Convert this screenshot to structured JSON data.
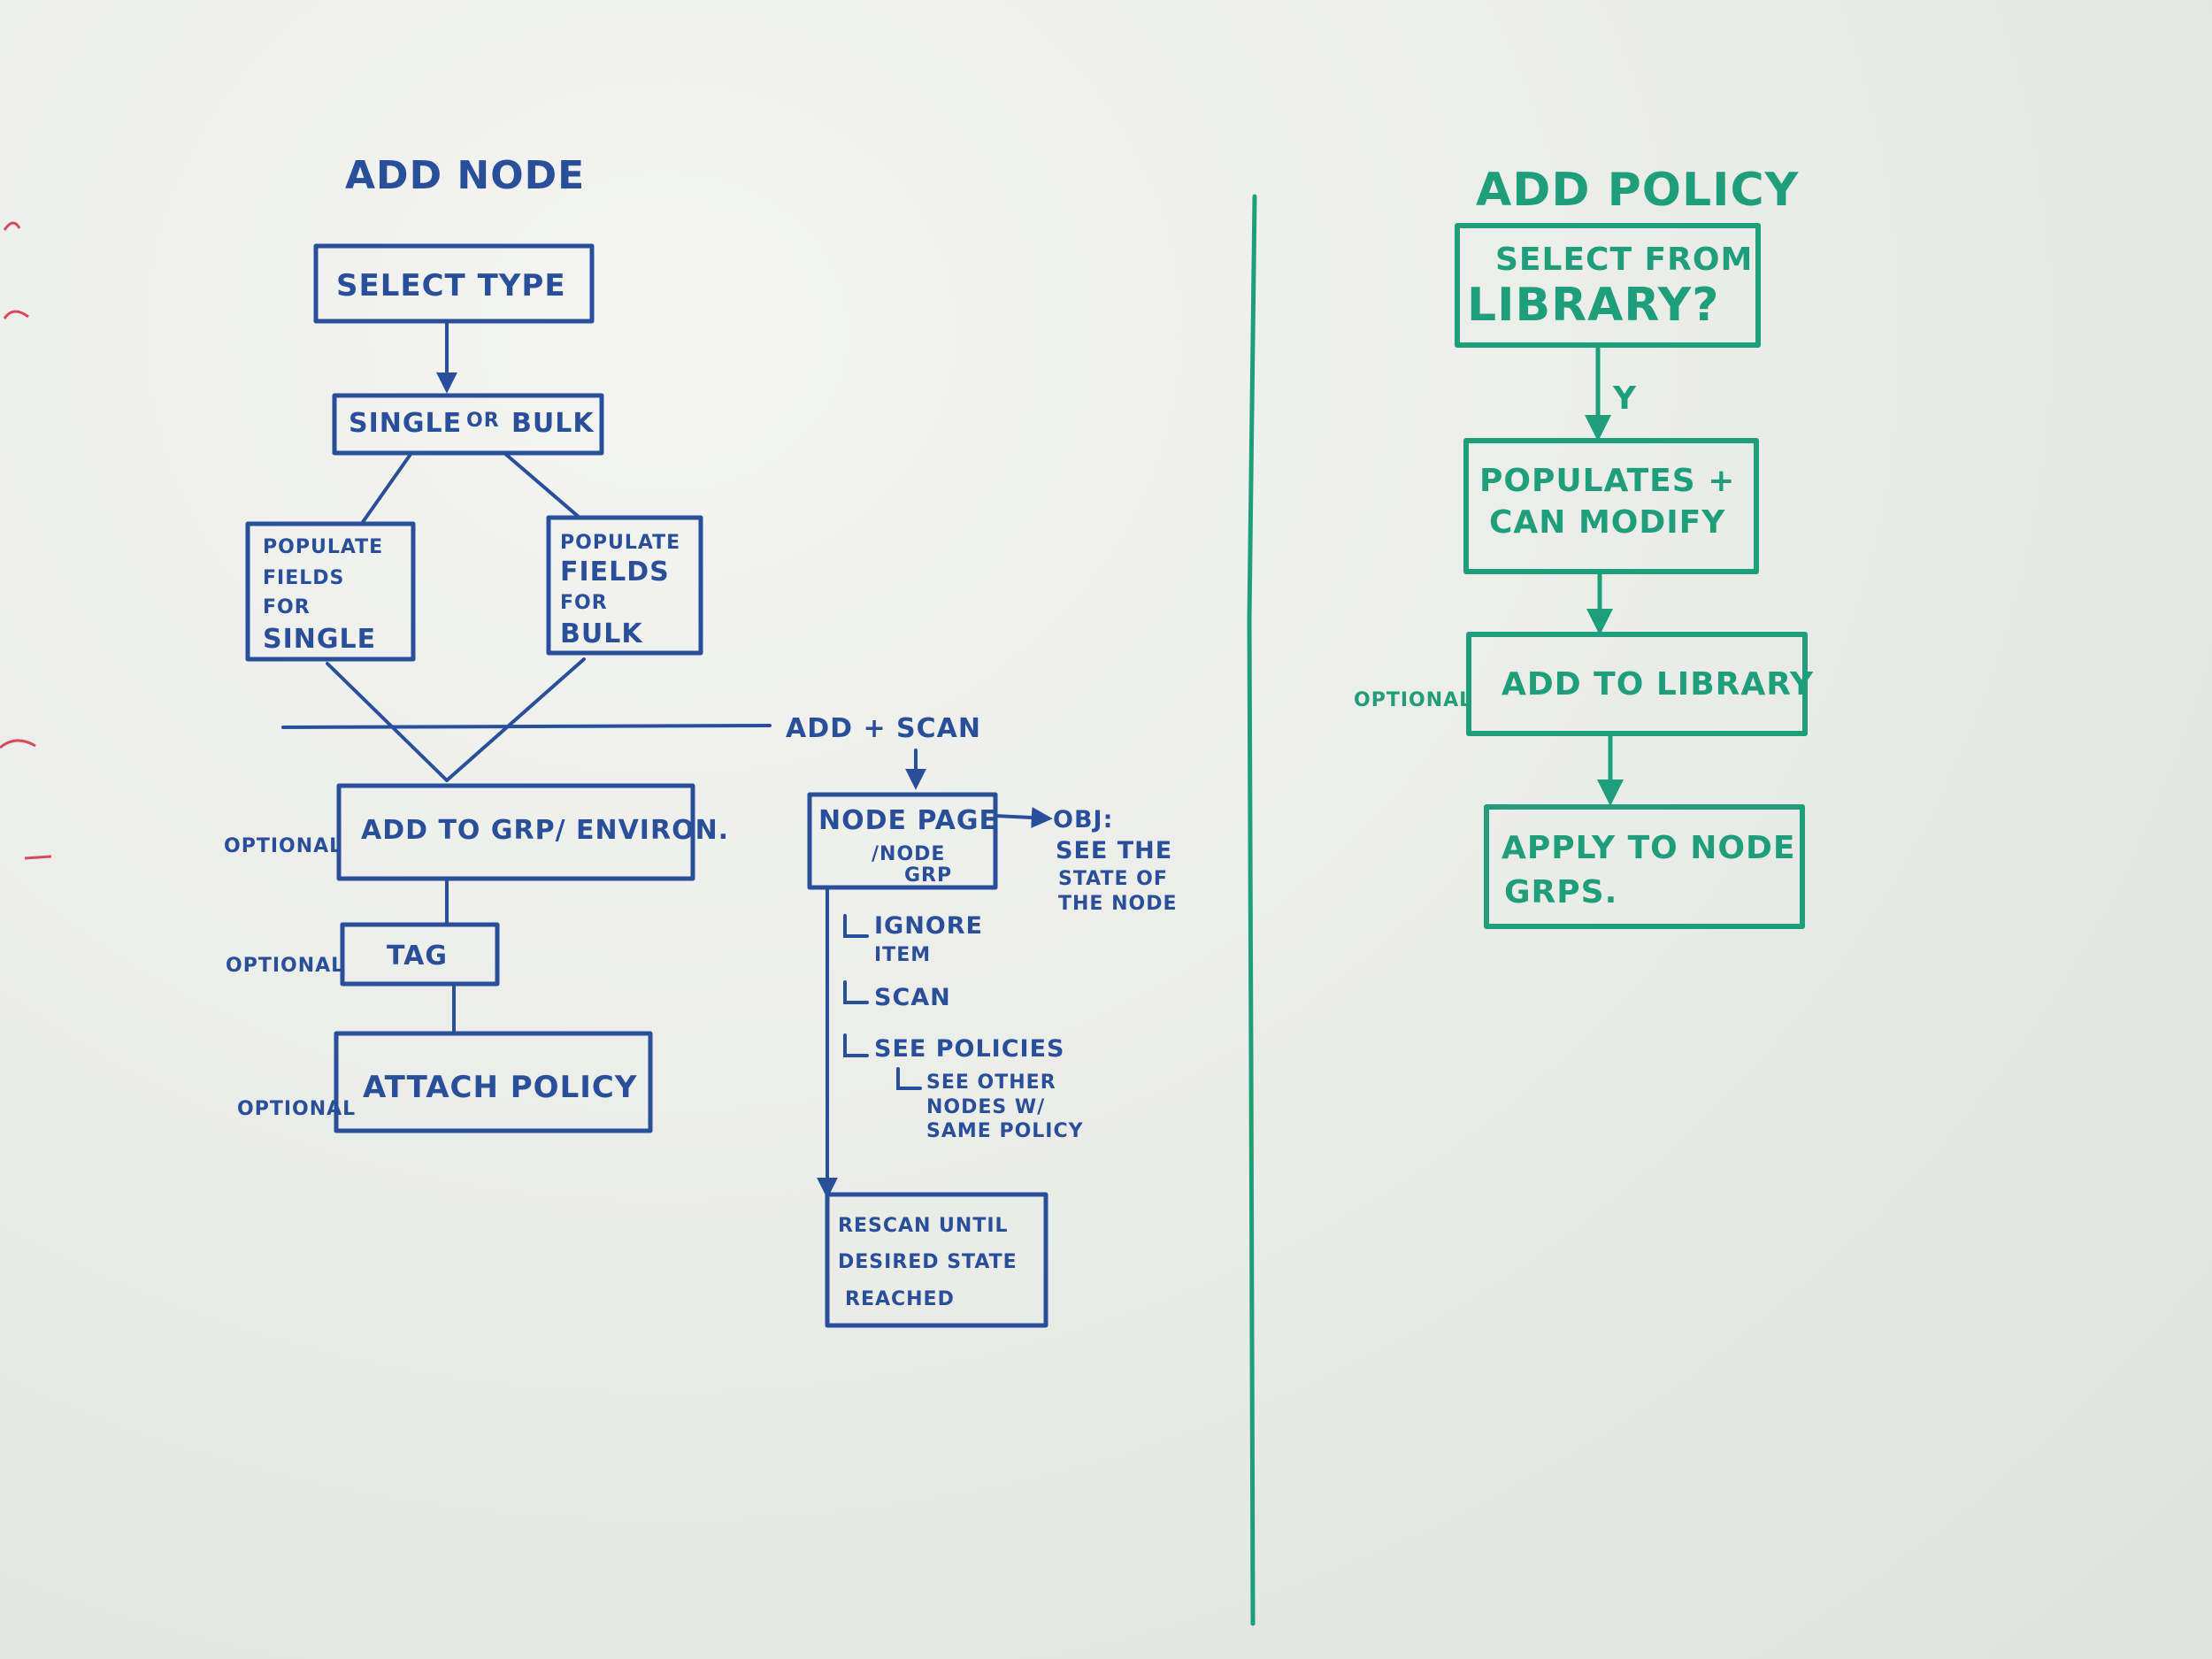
{
  "add_node": {
    "title": "ADD NODE",
    "select_type": "SELECT TYPE",
    "single_or_bulk": [
      "SINGLE",
      "OR",
      "BULK"
    ],
    "populate_single": [
      "POPULATE",
      "FIELDS",
      "FOR",
      "SINGLE"
    ],
    "populate_bulk": [
      "POPULATE",
      "FIELDS",
      "FOR",
      "BULK"
    ],
    "add_and_scan": "ADD + SCAN",
    "add_to_group": "ADD TO GRP/ ENVIRON.",
    "tag": "TAG",
    "attach_policy": "ATTACH POLICY",
    "optional": "OPTIONAL",
    "node_page": [
      "NODE PAGE",
      "/NODE",
      "GRP"
    ],
    "objective": [
      "OBJ:",
      "SEE THE",
      "STATE OF",
      "THE NODE"
    ],
    "sub_actions": {
      "ignore_item": [
        "IGNORE",
        "ITEM"
      ],
      "scan": "SCAN",
      "see_policies": "SEE POLICIES",
      "see_other_nodes": [
        "SEE OTHER",
        "NODES W/",
        "SAME POLICY"
      ]
    },
    "rescan": [
      "RESCAN UNTIL",
      "DESIRED STATE",
      "REACHED"
    ]
  },
  "add_policy": {
    "title": "ADD POLICY",
    "select_library": [
      "SELECT FROM",
      "LIBRARY?"
    ],
    "yes_label": "Y",
    "populates": [
      "POPULATES +",
      "CAN MODIFY"
    ],
    "optional": "OPTIONAL",
    "add_to_library": "ADD TO LIBRARY",
    "apply": [
      "APPLY TO NODE",
      "GRPS."
    ]
  },
  "colors": {
    "blue_marker": "#2a4f9a",
    "green_marker": "#1f9e7a",
    "red_marker": "#d64a5c",
    "board": "#e9ebe7"
  }
}
